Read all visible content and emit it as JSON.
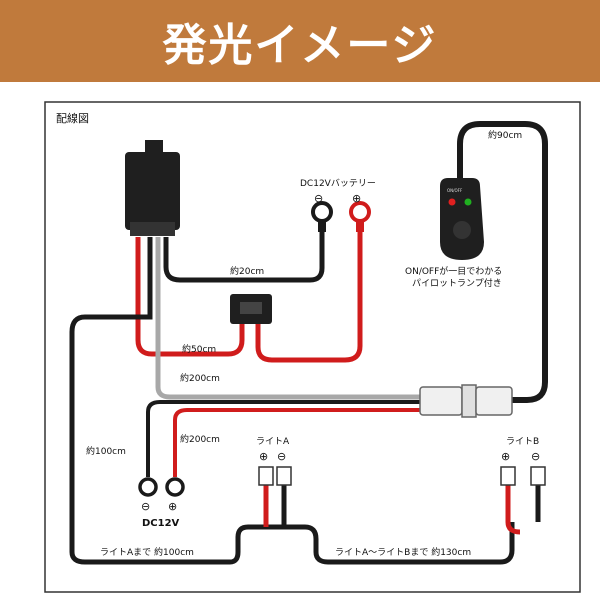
{
  "header": {
    "title": "発光イメージ"
  },
  "diagram": {
    "caption": "配線図",
    "battery_label": "DC12Vバッテリー",
    "switch_note_line1": "ON/OFFが一目でわかる",
    "switch_note_line2": "パイロットランプ付き",
    "switch_button_text": "ON/OFF",
    "dc12v_label": "DC12V",
    "light_a_label": "ライトA",
    "light_b_label": "ライトB",
    "minus_symbol": "⊖",
    "plus_symbol": "⊕",
    "lengths": {
      "switch_cable": "約90cm",
      "relay_to_battery_ground": "約20cm",
      "fuse_to_battery": "約50cm",
      "relay_to_connector": "約200cm",
      "dc12v_ground": "約100cm",
      "dc12v_positive": "約200cm",
      "to_light_a": "ライトAまで 約100cm",
      "light_a_to_b": "ライトA～ライトBまで 約130cm"
    },
    "colors": {
      "black_wire": "#1a1a1a",
      "red_wire": "#d01c1c",
      "gray_wire": "#a8a8a8",
      "banner": "#c07a3c",
      "led_red": "#e02020",
      "led_green": "#20b020"
    }
  }
}
